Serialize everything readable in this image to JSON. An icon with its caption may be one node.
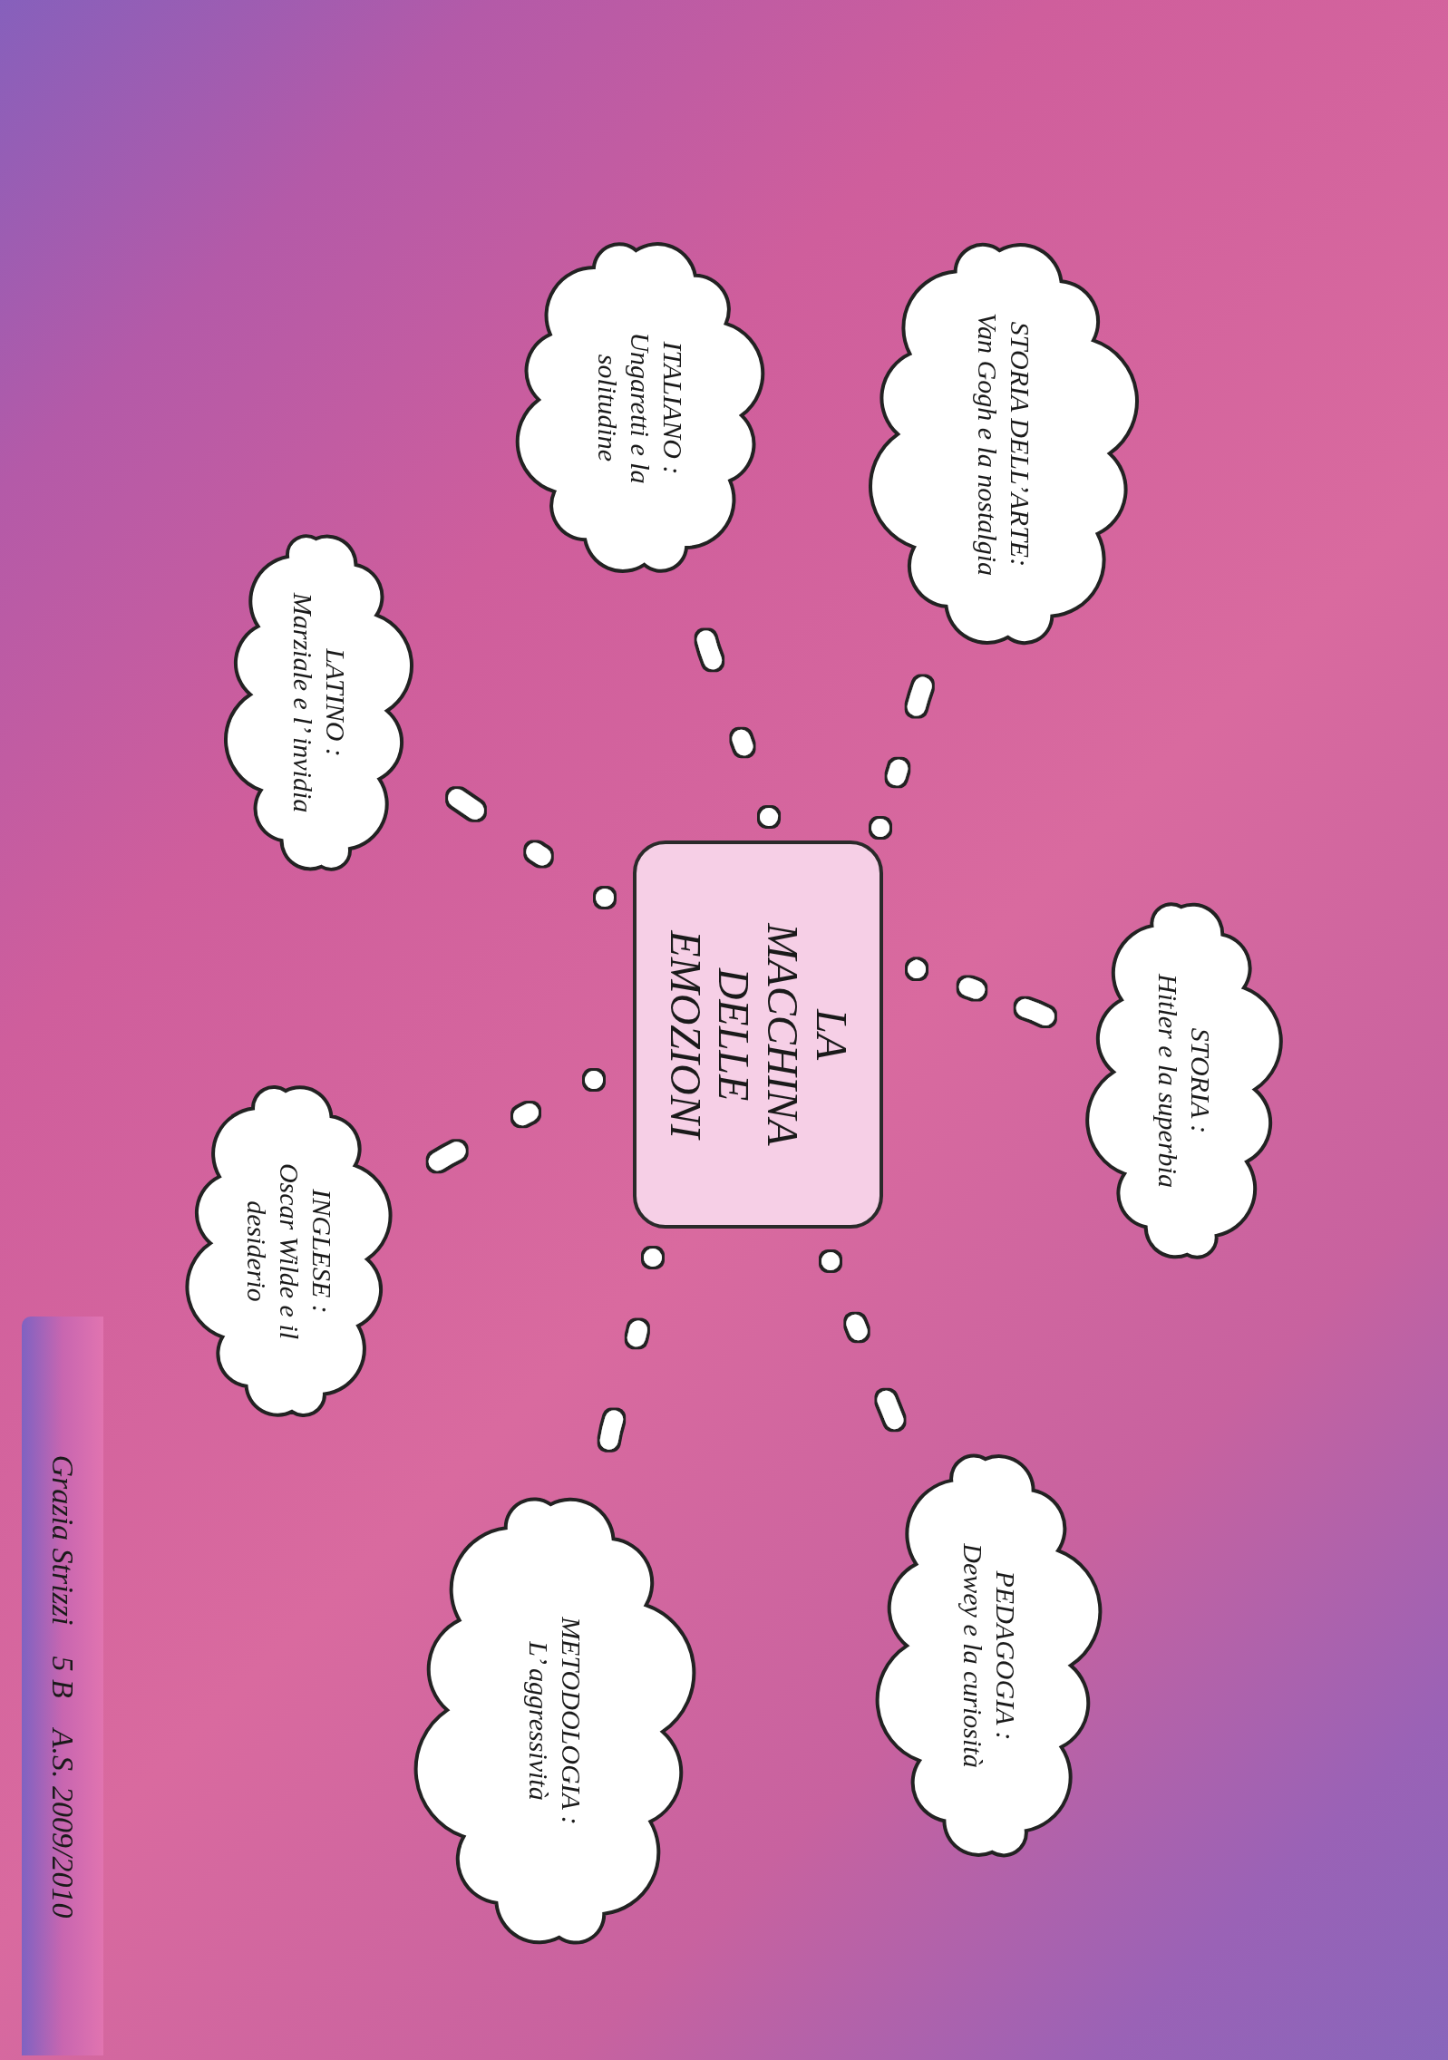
{
  "diagram": {
    "nodes": [
      {
        "text": [
          "LA MACCHINA DELLE EMOZIONI"
        ]
      },
      {
        "text": [
          "STORIA DELL’ARTE:",
          "Van Gogh e la nostalgia"
        ]
      },
      {
        "text": [
          "ITALIANO :",
          "Ungaretti e la solitudine"
        ]
      },
      {
        "text": [
          "LATINO :",
          "Marziale e l’ invidia"
        ]
      },
      {
        "text": [
          "STORIA :",
          "Hitler e la superbia"
        ]
      },
      {
        "text": [
          "INGLESE :",
          "Oscar Wilde e il desiderio"
        ]
      },
      {
        "text": [
          "PEDAGOGIA :",
          "Dewey e la curiosità"
        ]
      },
      {
        "text": [
          "METODOLOGIA :",
          "L’ aggressività"
        ]
      }
    ],
    "edges": [
      {
        "from": 0,
        "to": 1,
        "arrow": "none"
      },
      {
        "from": 0,
        "to": 2,
        "arrow": "none"
      },
      {
        "from": 0,
        "to": 3,
        "arrow": "none"
      },
      {
        "from": 0,
        "to": 4,
        "arrow": "none"
      },
      {
        "from": 0,
        "to": 5,
        "arrow": "none"
      },
      {
        "from": 0,
        "to": 6,
        "arrow": "none"
      },
      {
        "from": 0,
        "to": 7,
        "arrow": "none"
      }
    ],
    "labels": [
      "Grazia Strizzi",
      "5 B",
      "A.S. 2009/2010"
    ]
  }
}
